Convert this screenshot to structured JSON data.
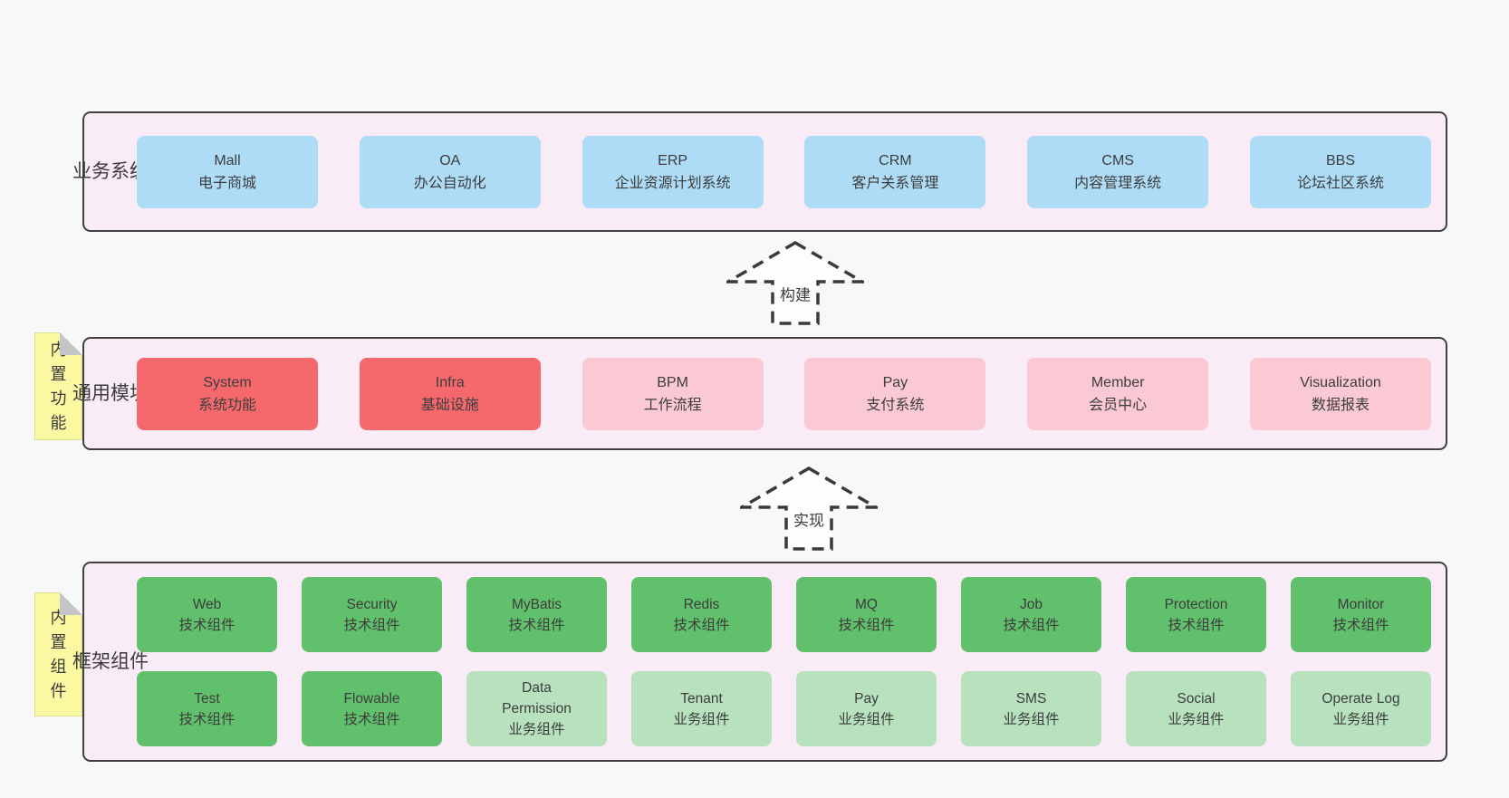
{
  "page": {
    "background": "#f8f8f8"
  },
  "colors": {
    "blue": "#aedcf7",
    "red": "#f5696d",
    "pink": "#fbc9d3",
    "green": "#61c06b",
    "greenLight": "#b8e2bd",
    "panel_bg": "#f9ecf6",
    "panel_border": "#404040",
    "sticky_bg": "#faf8a0",
    "fold_gray": "#c5c5c7",
    "text": "#3d3d3d"
  },
  "arrows": [
    {
      "label": "构建"
    },
    {
      "label": "实现"
    }
  ],
  "sections": {
    "business": {
      "side_label": "业务系统",
      "boxes": [
        {
          "name": "Mall",
          "desc": "电子商城",
          "color": "blue"
        },
        {
          "name": "OA",
          "desc": "办公自动化",
          "color": "blue"
        },
        {
          "name": "ERP",
          "desc": "企业资源计划系统",
          "color": "blue"
        },
        {
          "name": "CRM",
          "desc": "客户关系管理",
          "color": "blue"
        },
        {
          "name": "CMS",
          "desc": "内容管理系统",
          "color": "blue"
        },
        {
          "name": "BBS",
          "desc": "论坛社区系统",
          "color": "blue"
        }
      ]
    },
    "modules": {
      "side_label": "通用模块",
      "sticky": "内置功能",
      "boxes": [
        {
          "name": "System",
          "desc": "系统功能",
          "color": "red"
        },
        {
          "name": "Infra",
          "desc": "基础设施",
          "color": "red"
        },
        {
          "name": "BPM",
          "desc": "工作流程",
          "color": "pink"
        },
        {
          "name": "Pay",
          "desc": "支付系统",
          "color": "pink"
        },
        {
          "name": "Member",
          "desc": "会员中心",
          "color": "pink"
        },
        {
          "name": "Visualization",
          "desc": "数据报表",
          "color": "pink"
        }
      ]
    },
    "components": {
      "side_label": "框架组件",
      "sticky": "内置组件",
      "rows": [
        [
          {
            "name": "Web",
            "desc": "技术组件",
            "color": "green"
          },
          {
            "name": "Security",
            "desc": "技术组件",
            "color": "green"
          },
          {
            "name": "MyBatis",
            "desc": "技术组件",
            "color": "green"
          },
          {
            "name": "Redis",
            "desc": "技术组件",
            "color": "green"
          },
          {
            "name": "MQ",
            "desc": "技术组件",
            "color": "green"
          },
          {
            "name": "Job",
            "desc": "技术组件",
            "color": "green"
          },
          {
            "name": "Protection",
            "desc": "技术组件",
            "color": "green"
          },
          {
            "name": "Monitor",
            "desc": "技术组件",
            "color": "green"
          }
        ],
        [
          {
            "name": "Test",
            "desc": "技术组件",
            "color": "green"
          },
          {
            "name": "Flowable",
            "desc": "技术组件",
            "color": "green"
          },
          {
            "name": "Data Permission",
            "desc": "业务组件",
            "color": "greenLight"
          },
          {
            "name": "Tenant",
            "desc": "业务组件",
            "color": "greenLight"
          },
          {
            "name": "Pay",
            "desc": "业务组件",
            "color": "greenLight"
          },
          {
            "name": "SMS",
            "desc": "业务组件",
            "color": "greenLight"
          },
          {
            "name": "Social",
            "desc": "业务组件",
            "color": "greenLight"
          },
          {
            "name": "Operate Log",
            "desc": "业务组件",
            "color": "greenLight"
          }
        ]
      ]
    }
  }
}
